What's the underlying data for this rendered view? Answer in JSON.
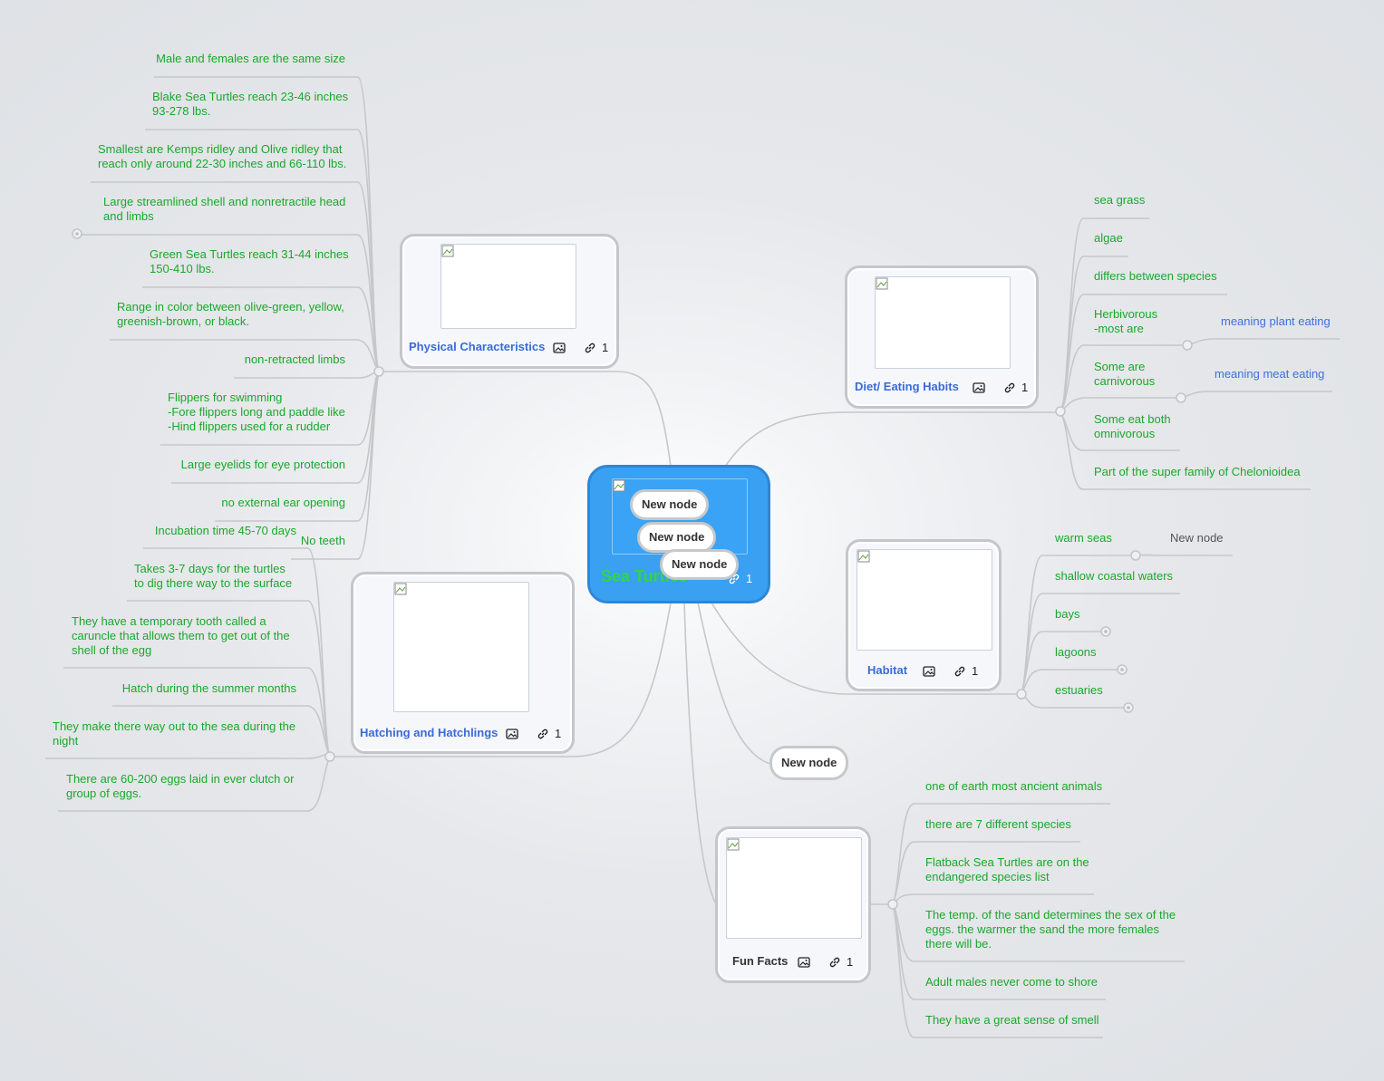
{
  "central": {
    "title": "Sea Turtles",
    "link_count": "1",
    "overlay_nodes": [
      "New node",
      "New node",
      "New node"
    ]
  },
  "branches": {
    "physical": {
      "title": "Physical Characteristics",
      "link_count": "1",
      "items": [
        "Male and females are the same size",
        "Blake Sea Turtles reach 23-46 inches\n93-278 lbs.",
        "Smallest are Kemps ridley and Olive ridley that\nreach only around 22-30 inches and 66-110 lbs.",
        "Large streamlined shell and nonretractile head\nand limbs",
        "Green Sea Turtles reach 31-44 inches\n150-410 lbs.",
        "Range in color between olive-green, yellow,\ngreenish-brown, or black.",
        "non-retracted limbs",
        "Flippers for swimming\n-Fore flippers long and paddle like\n-Hind flippers used for a rudder",
        "Large eyelids for eye protection",
        "no external ear opening",
        "No teeth"
      ]
    },
    "diet": {
      "title": "Diet/ Eating Habits",
      "link_count": "1",
      "items": [
        "sea grass",
        "algae",
        "differs between species",
        "Herbivorous\n-most are",
        "Some are\ncarnivorous",
        "Some eat both\nomnivorous",
        "Part of the super family of Chelonioidea"
      ],
      "sub_items": [
        "meaning plant eating",
        "meaning meat eating"
      ]
    },
    "habitat": {
      "title": "Habitat",
      "link_count": "1",
      "items": [
        "warm seas",
        "shallow coastal waters",
        "bays",
        "lagoons",
        "estuaries"
      ],
      "sub_items": [
        "New node"
      ]
    },
    "hatching": {
      "title": "Hatching and Hatchlings",
      "link_count": "1",
      "items": [
        "Incubation time 45-70 days",
        "Takes 3-7 days for the turtles\nto dig there way to the surface",
        "They have a temporary tooth called a\ncaruncle that allows them to get out of the\nshell of the egg",
        "Hatch during the summer months",
        "They make there way out to the sea during the\nnight",
        "There are 60-200 eggs laid in ever clutch or\ngroup of eggs."
      ]
    },
    "funfacts": {
      "title": "Fun Facts",
      "link_count": "1",
      "items": [
        "one of earth most ancient animals",
        "there are 7 different species",
        "Flatback Sea Turtles are on the\nendangered species list",
        "The temp. of the sand determines the sex of the\neggs. the warmer the sand the more females\nthere will be.",
        "Adult males never come to shore",
        "They have a great sense of smell"
      ]
    }
  },
  "floating_node": "New node",
  "colors": {
    "leaf_text": "#1aa82b",
    "branch_title": "#3b6ad8",
    "central_fill": "#3aa3f5",
    "central_title": "#2fd64a",
    "connector": "#c4c4c4"
  },
  "icons": [
    "image-icon",
    "link-icon",
    "broken-image-icon"
  ]
}
